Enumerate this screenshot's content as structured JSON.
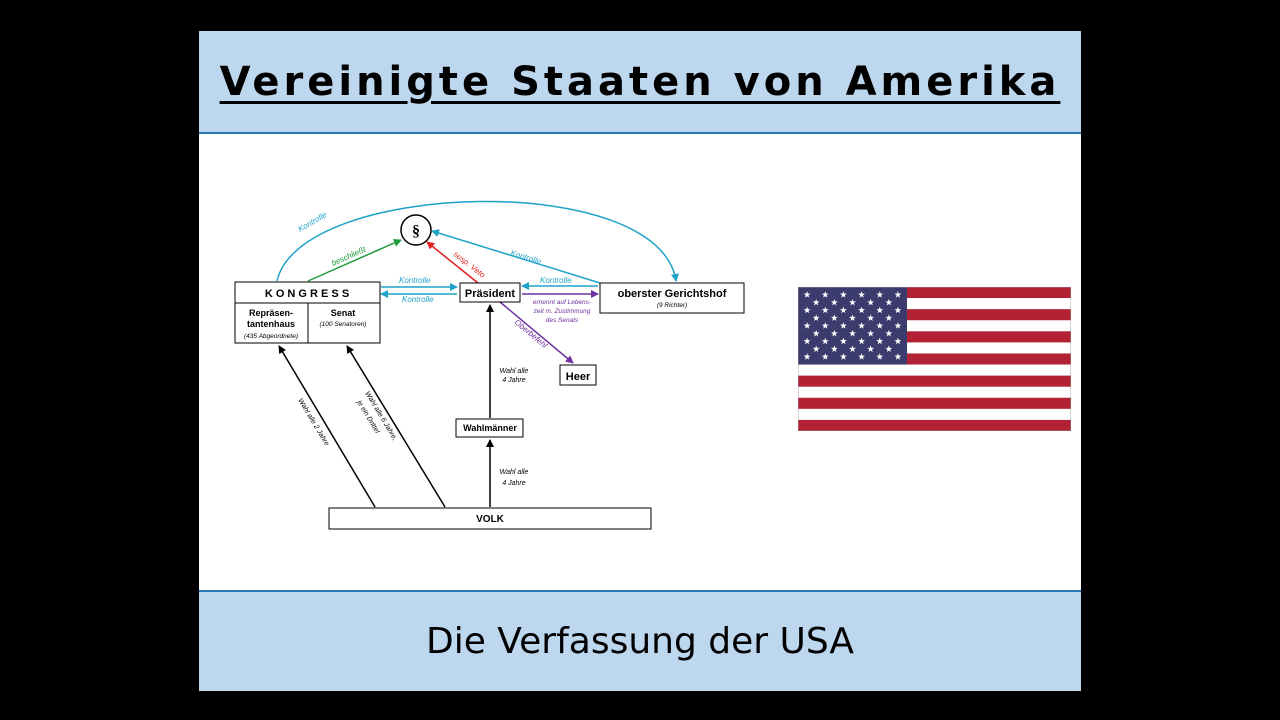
{
  "header": {
    "title": "Vereinigte Staaten von Amerika"
  },
  "footer": {
    "subtitle": "Die Verfassung der USA"
  },
  "diagram": {
    "constitution_symbol": "§",
    "kongress": {
      "title": "K O N G R E S S",
      "house_line1": "Repräsen-",
      "house_line2": "tantenhaus",
      "house_note": "(435 Abgeordnete)",
      "senate": "Senat",
      "senate_note": "(100 Senatoren)"
    },
    "president": "Präsident",
    "court": "oberster Gerichtshof",
    "court_note": "(9 Richter)",
    "army": "Heer",
    "electors": "Wahlmänner",
    "people": "VOLK",
    "labels": {
      "kontrolle_top": "Kontrolle",
      "beschliesst": "beschließt",
      "susp_veto": "susp. Veto",
      "kontrolle_court_constitution": "Kontrolle",
      "kontrolle_congress_to_president": "Kontrolle",
      "kontrolle_president_to_congress": "Kontrolle",
      "kontrolle_court_to_president": "Kontrolle",
      "ernennt_1": "ernennt auf Lebens-",
      "ernennt_2": "zeit m. Zustimmung",
      "ernennt_3": "des Senats",
      "oberbefehl": "Oberbefehl",
      "wahl_president_1": "Wahl alle",
      "wahl_president_2": "4 Jahre",
      "wahl_electors_1": "Wahl alle",
      "wahl_electors_2": "4 Jahre",
      "wahl_house": "Wahl alle 2 Jahre",
      "wahl_senate_1": "Wahl alle 6 Jahre,",
      "wahl_senate_2": "je ein Drittel"
    },
    "colors": {
      "kontrolle": "#1fa3c9",
      "beschliesst": "#1e9b3c",
      "veto": "#e02020",
      "appoint": "#7030a0",
      "wahl": "#000000"
    }
  },
  "flag": {
    "name": "flag-usa",
    "red": "#b22234",
    "blue": "#3c3b6e",
    "white": "#ffffff"
  }
}
